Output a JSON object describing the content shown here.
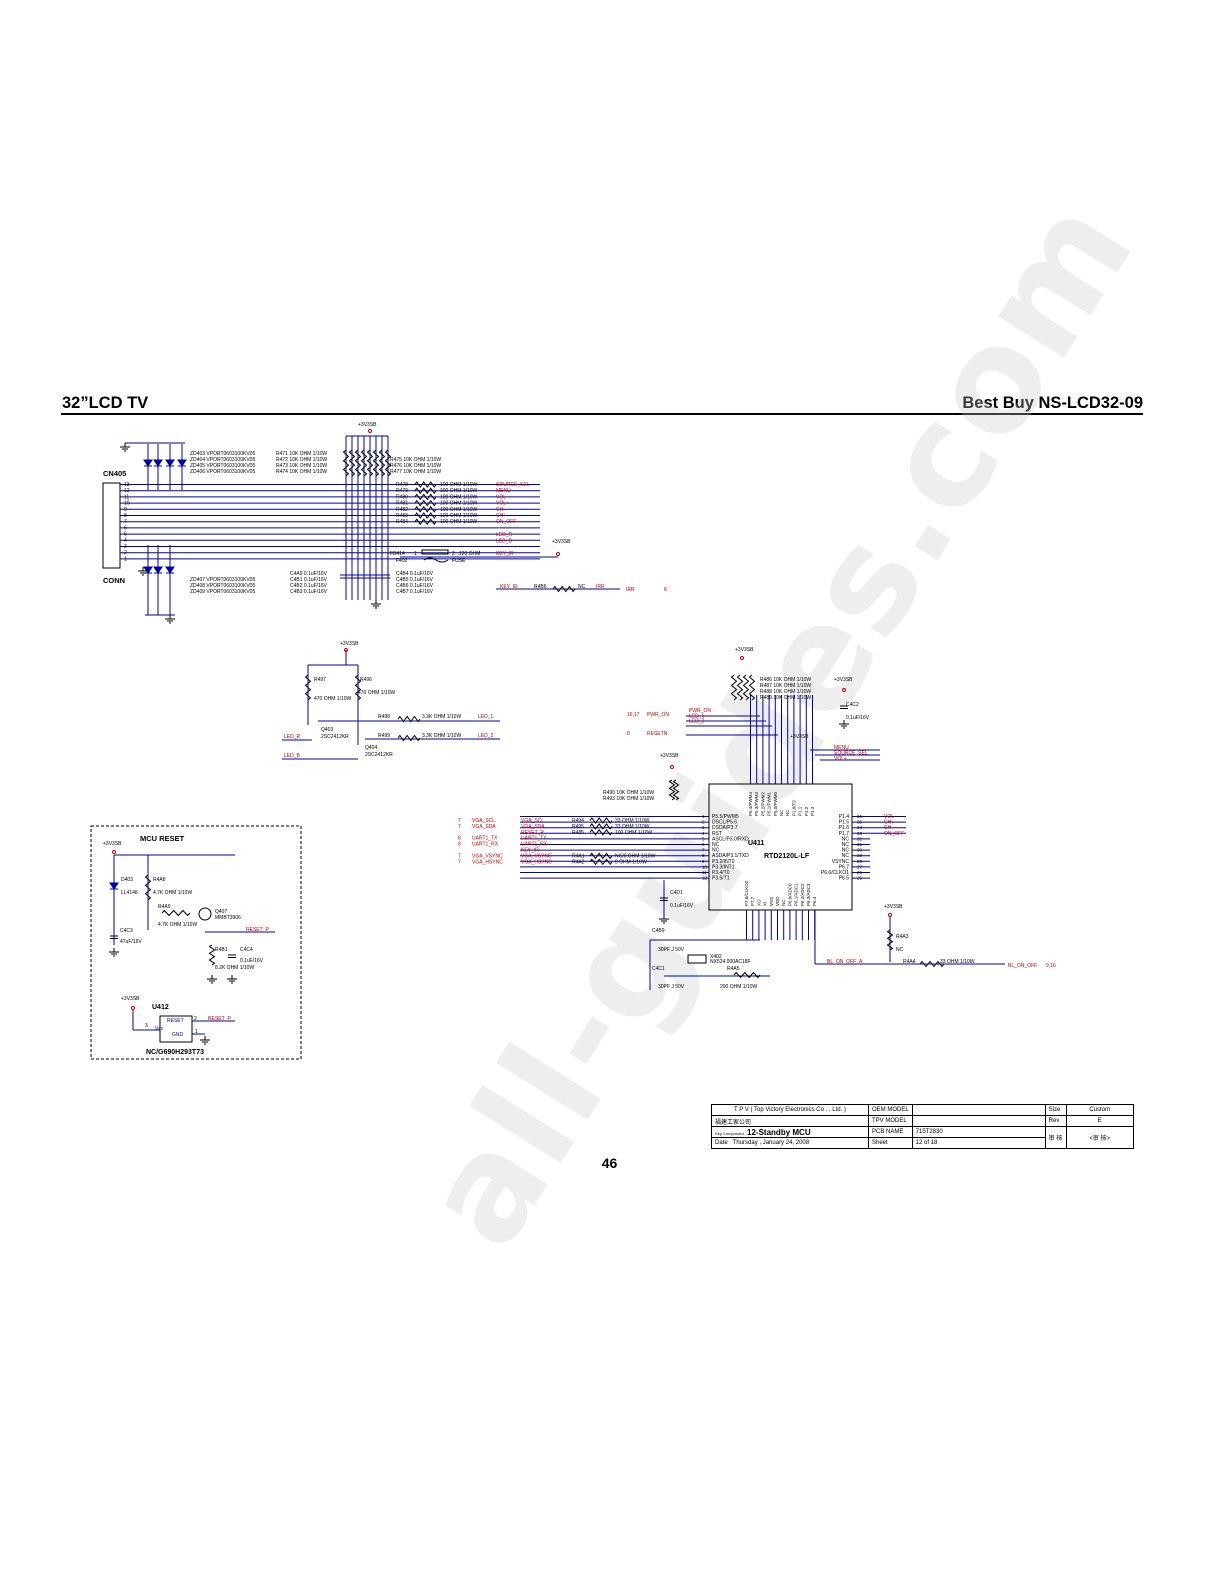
{
  "header": {
    "left_title": "32”LCD TV",
    "right_title": "Best Buy NS-LCD32-09"
  },
  "page_number": "46",
  "watermark": "all-guides.com",
  "colors": {
    "wire": "#0000aa",
    "net_label": "#cc0000",
    "component": "#000000"
  },
  "connector": {
    "ref": "CN405",
    "name": "CONN",
    "pins": [
      "13",
      "12",
      "11",
      "10",
      "9",
      "8",
      "7",
      "6",
      "5",
      "4",
      "3",
      "2",
      "1"
    ]
  },
  "zener_top": [
    "ZD403 VPORT0603100KV05",
    "ZD404 VPORT0603100KV05",
    "ZD405 VPORT0603100KV05",
    "ZD406 VPORT0603100KV05"
  ],
  "zener_bottom": [
    "ZD407 VPORT0603100KV05",
    "ZD408 VPORT0603100KV05",
    "ZD409 VPORT0603100KV05"
  ],
  "pullups_left": [
    "R471  10K OHM 1/10W",
    "R472  10K OHM 1/10W",
    "R473  10K OHM 1/10W",
    "R474  10K OHM 1/10W"
  ],
  "pullups_right": [
    "R475  10K OHM 1/10W",
    "R476  10K OHM 1/10W",
    "R477  10K OHM 1/10W"
  ],
  "series_resistors": [
    {
      "ref": "R478",
      "value": "100 OHM 1/10W",
      "net": "SOURCE_SEL"
    },
    {
      "ref": "R479",
      "value": "100 OHM 1/10W",
      "net": "MENU"
    },
    {
      "ref": "R480",
      "value": "100 OHM 1/10W",
      "net": "VOL-"
    },
    {
      "ref": "R481",
      "value": "100 OHM 1/10W",
      "net": "VOL+"
    },
    {
      "ref": "R482",
      "value": "100 OHM 1/10W",
      "net": "CH-"
    },
    {
      "ref": "R483",
      "value": "100 OHM 1/10W",
      "net": "CH+"
    },
    {
      "ref": "R484",
      "value": "100 OHM 1/10W",
      "net": "ON_OFF"
    }
  ],
  "led_nets": [
    "LED_R",
    "LED_B"
  ],
  "ferrite": {
    "ref": "FB414",
    "pin1": "1",
    "pin2": "2",
    "value": "120 OHM",
    "net": "KEY_IR"
  },
  "fuse": {
    "ref": "F402",
    "value": "FUSE"
  },
  "caps_left": [
    "C4A9  0.1uF/16V",
    "C4B1  0.1uF/16V",
    "C4B2  0.1uF/16V",
    "C4B3  0.1uF/16V"
  ],
  "caps_right": [
    "C4B4  0.1uF/16V",
    "C4B5  0.1uF/16V",
    "C4B6  0.1uF/16V",
    "C4B7  0.1uF/16V"
  ],
  "key_ir_path": {
    "net_in": "KEY_IR",
    "ref": "R4B6",
    "value": "NC",
    "net_out": "IRR",
    "net_out2": "IRR",
    "page": "8"
  },
  "power_label": "+3V3SB",
  "led_driver": {
    "r497": "R497",
    "r496": "R496",
    "r496_value": "470 OHM 1/10W",
    "r497_value": "470 OHM 1/10W",
    "r498": "R498",
    "r498_value": "3.3K OHM 1/10W",
    "r498_net": "LED_1",
    "r499": "R499",
    "r499_value": "3.3K OHM 1/10W",
    "r499_net": "LED_2",
    "q403": "Q403",
    "q403_part": "2SC2412KR",
    "q404": "Q404",
    "q404_part": "2SC2412KR",
    "led_r": "LED_R",
    "led_b": "LED_B"
  },
  "mcu_pullups": [
    "R486  10K OHM 1/10W",
    "R487  10K OHM 1/10W",
    "R488  10K OHM 1/10W",
    "R489  10K OHM 1/10W"
  ],
  "c4c2": {
    "ref": "C4C2",
    "value": "0.1uF/16V"
  },
  "mcu_left_nets": [
    {
      "page": "16,17",
      "net": "PWR_ON"
    },
    {
      "page": "8",
      "net": "RESETN"
    }
  ],
  "mcu_top_nets": [
    "PWR_ON",
    "LED_1",
    "LED_2"
  ],
  "mcu_right_top_nets": [
    "MENU",
    "SOURCE_SEL",
    "VOL+"
  ],
  "r490_r493": [
    "R490  10K OHM 1/10W",
    "R493  10K OHM 1/10W"
  ],
  "mcu_in_nets": [
    {
      "page": "7",
      "net": "VGA_SCL",
      "local": "VGA_SCL",
      "ref": "R494",
      "value": "33 OHM 1/10W"
    },
    {
      "page": "7",
      "net": "VGA_SDA",
      "local": "VGA_SDA",
      "ref": "R495",
      "value": "33 OHM 1/10W"
    },
    {
      "page": "",
      "net": "",
      "local": "RESET_P",
      "ref": "R485",
      "value": "100 OHM 1/10W"
    },
    {
      "page": "8",
      "net": "UART1_TX",
      "local": "UART1_TX",
      "ref": "",
      "value": ""
    },
    {
      "page": "8",
      "net": "UART1_RX",
      "local": "UART1_RX",
      "ref": "",
      "value": ""
    },
    {
      "page": "",
      "net": "",
      "local": "KEY_IR",
      "ref": "",
      "value": ""
    },
    {
      "page": "7",
      "net": "VGA_VSYNC",
      "local": "VGA_VSYNC",
      "ref": "R4A1",
      "value": "NC/0 OHM 1/10W"
    },
    {
      "page": "7",
      "net": "VGA_HSYNC",
      "local": "VGA_HSYNC",
      "ref": "R4A2",
      "value": "0 OHM 1/10W"
    }
  ],
  "u411": {
    "ref": "U411",
    "part": "RTD2120L-LF",
    "left_pins": [
      "P5.5/PWM5",
      "DSCL/P5.6",
      "DSDA/P3.7",
      "RST",
      "ASCL/P3.0/RXD",
      "NC",
      "NC",
      "ASDA/P3.1/TXD",
      "P3.2/INT0",
      "P3.3/INT1",
      "P3.4/T0",
      "P3.5/T1"
    ],
    "left_nums": [
      "1",
      "2",
      "3",
      "4",
      "5",
      "6",
      "7",
      "8",
      "9",
      "10",
      "11",
      "12"
    ],
    "right_pins": [
      "P1.4",
      "P1.5",
      "P1.6",
      "P1.7",
      "NC",
      "NC",
      "NC",
      "NC",
      "VSYNC",
      "P6.7",
      "P6.6/CLKO1",
      "P6.5"
    ],
    "right_nums": [
      "36",
      "35",
      "34",
      "33",
      "32",
      "31",
      "30",
      "29",
      "28",
      "27",
      "26",
      "25"
    ],
    "right_nets": [
      "VOL-",
      "CH+",
      "CH-",
      "ON_OFF"
    ],
    "top_pins": [
      "P5.4/PWM4",
      "P5.3/PWM3",
      "P5.2/PWM2",
      "P5.1/PWM1",
      "P5.0/PWM0",
      "NC",
      "NC",
      "P1.0/T2",
      "P1.1",
      "P1.2",
      "P1.3"
    ],
    "bottom_pins": [
      "P7.6/CLKO2",
      "P7.7",
      "XO",
      "XI",
      "VSS",
      "VDD",
      "NC",
      "P6.0/ADC0",
      "P6.1/ADC1",
      "P6.2/ADC2",
      "P6.3/ADC3",
      "P6.4"
    ]
  },
  "c4d1": {
    "ref": "C4D1",
    "value": "0.1uF/16V"
  },
  "crystal": {
    "c4b9": "C4B9",
    "c4b9_value": "30PF J 50V",
    "c4c1": "C4C1",
    "c4c1_value": "30PF J 50V",
    "ref": "X402",
    "part": "NX524.000AC18F",
    "r4a5": "R4A5",
    "r4a5_value": "200 OHM 1/10W"
  },
  "backlight": {
    "r4a3": "R4A3",
    "r4a3_value": "NC",
    "net": "BL_ON_OFF_A",
    "r4a4": "R4A4",
    "r4a4_value": "33 OHM 1/10W",
    "out_net": "BL_ON_OFF",
    "out_page": "9,16"
  },
  "mcu_reset": {
    "title": "MCU  RESET",
    "d403": "D403",
    "d403_part": "LL4148",
    "r4a8": "R4A8",
    "r4a8_value": "4.7K OHM 1/10W",
    "r4a9": "R4A9",
    "r4a9_value": "4.7K OHM 1/10W",
    "q407": "Q407",
    "q407_part": "MMBT3906",
    "c4c3": "C4C3",
    "c4c3_value": "47uF/16V",
    "r4b1": "R4B1",
    "r4b1_value": "8.2K OHM 1/10W",
    "c4c4": "C4C4",
    "c4c4_value": "0.1uF/16V",
    "net": "RESET_P",
    "u412": "U412",
    "u412_pin_reset": "RESET",
    "u412_pin_vcc": "Vcc",
    "u412_pin_gnd": "GND",
    "u412_pin2": "2",
    "u412_pin3": "3",
    "u412_pin1": "1",
    "u412_part": "NC/G690H293T73"
  },
  "title_block": {
    "company": "T P V   ( Top    Victory    Electronics    Co . ,  Ltd. )",
    "cn_company": "福建工家公司",
    "oem_model_label": "OEM MODEL",
    "oem_model": "",
    "tpv_model_label": "TPV MODEL",
    "tpv_model": "",
    "size_label": "Size",
    "size": "Custom",
    "rev_label": "Rev",
    "rev": "E",
    "key_component_label": "Key Component",
    "sheet_title": "12-Standby MCU",
    "pcb_name_label": "PCB NAME",
    "pcb_name": "715T2830",
    "date_label": "Date",
    "date": "Thursday , January 24, 2008",
    "sheet_label": "Sheet",
    "sheet_of": "12    of      18",
    "approval_label": "审 核",
    "approval": "<审 核>"
  }
}
